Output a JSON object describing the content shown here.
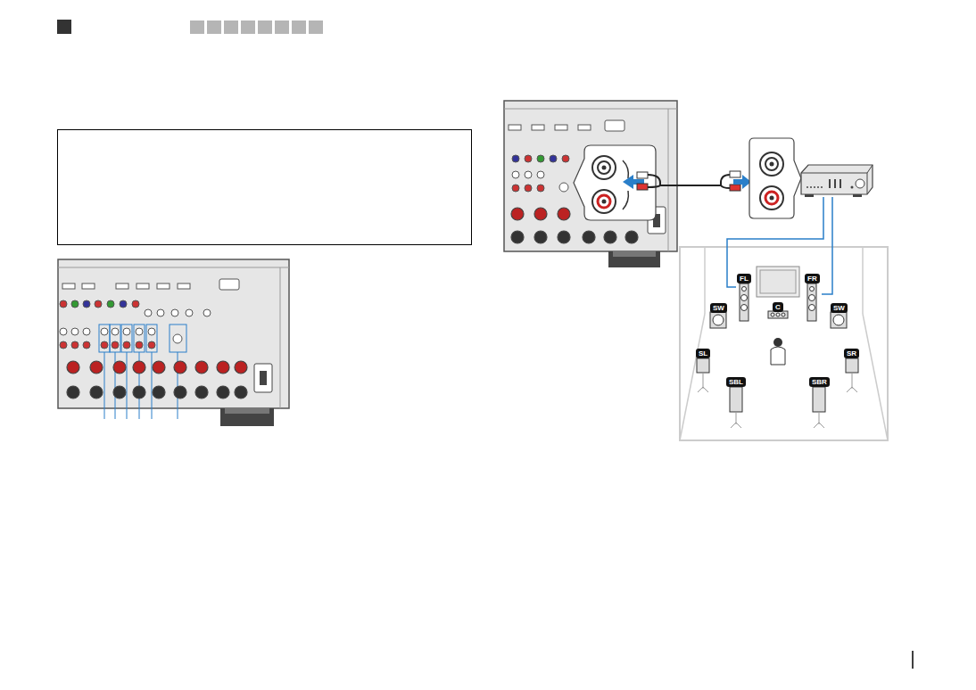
{
  "diagram": {
    "nodes": [
      {
        "text": [
          "FL"
        ]
      },
      {
        "text": [
          "FR"
        ]
      },
      {
        "text": [
          "SW"
        ]
      },
      {
        "text": [
          "C"
        ]
      },
      {
        "text": [
          "SW"
        ]
      },
      {
        "text": [
          "SL"
        ]
      },
      {
        "text": [
          "SR"
        ]
      },
      {
        "text": [
          "SBL"
        ]
      },
      {
        "text": [
          "SBR"
        ]
      }
    ]
  }
}
